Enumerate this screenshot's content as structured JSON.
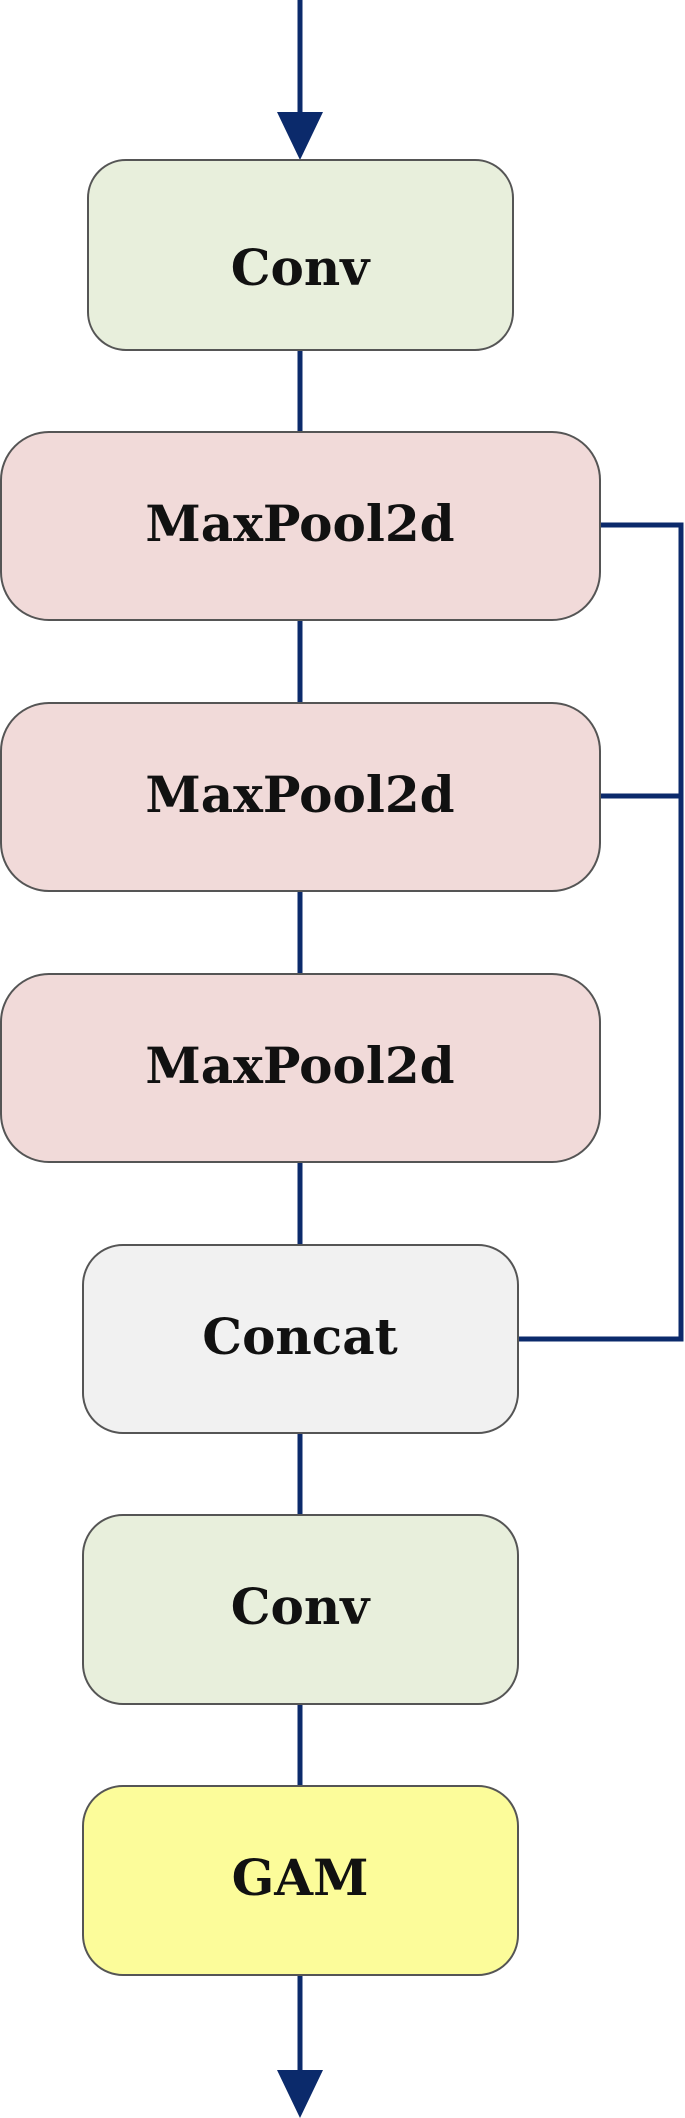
{
  "diagram": {
    "nodes": [
      {
        "id": "conv-1",
        "label": "Conv",
        "color": "#e8efdc"
      },
      {
        "id": "maxpool-1",
        "label": "MaxPool2d",
        "color": "#f1dad9"
      },
      {
        "id": "maxpool-2",
        "label": "MaxPool2d",
        "color": "#f1dad9"
      },
      {
        "id": "maxpool-3",
        "label": "MaxPool2d",
        "color": "#f1dad9"
      },
      {
        "id": "concat",
        "label": "Concat",
        "color": "#f1f1f1"
      },
      {
        "id": "conv-2",
        "label": "Conv",
        "color": "#e8efdc"
      },
      {
        "id": "gam",
        "label": "GAM",
        "color": "#fcfc9a"
      }
    ],
    "edge_color": "#0b2a6b",
    "node_border_color": "#555555"
  }
}
